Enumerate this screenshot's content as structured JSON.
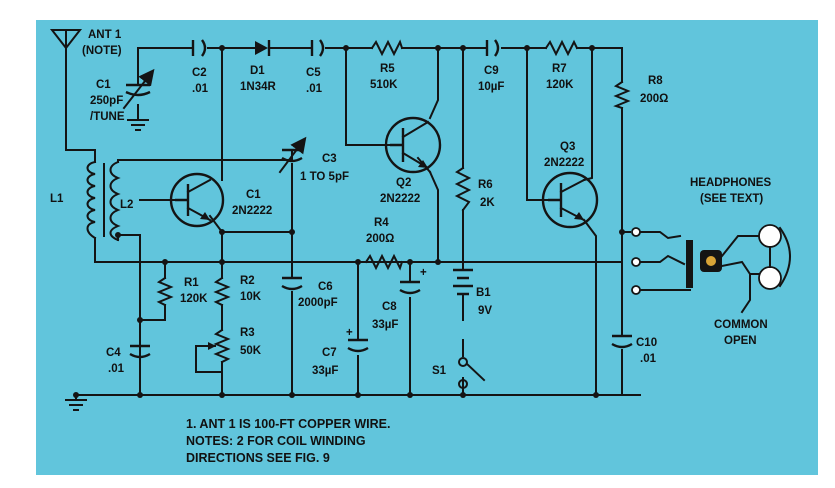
{
  "colors": {
    "panel": "#61c5dc",
    "ink": "#141414"
  },
  "labels": {
    "ant1": "ANT 1",
    "ant1_note": "(NOTE)",
    "c1": "C1",
    "c1_value": "250pF",
    "c1_tune": "/TUNE",
    "c2": "C2",
    "c2_value": ".01",
    "d1": "D1",
    "d1_part": "1N34R",
    "c5": "C5",
    "c5_value": ".01",
    "r5": "R5",
    "r5_value": "510K",
    "c9": "C9",
    "c9_value": "10µF",
    "r7": "R7",
    "r7_value": "120K",
    "r8": "R8",
    "r8_value": "200Ω",
    "c3": "C3",
    "c3_value": "1 TO 5pF",
    "q2": "Q2",
    "q2_part": "2N2222",
    "q3": "Q3",
    "q3_part": "2N2222",
    "l1": "L1",
    "l2": "L2",
    "q1": "C1",
    "q1_part": "2N2222",
    "r4": "R4",
    "r4_value": "200Ω",
    "r6": "R6",
    "r6_value": "2K",
    "headphones": "HEADPHONES",
    "headphones_note": "(SEE TEXT)",
    "r1": "R1",
    "r1_value": "120K",
    "r2": "R2",
    "r2_value": "10K",
    "c6": "C6",
    "c6_value": "2000pF",
    "c8": "C8",
    "c8_value": "33µF",
    "c8_polarity": "+",
    "b1": "B1",
    "b1_value": "9V",
    "r3": "R3",
    "r3_value": "50K",
    "c4": "C4",
    "c4_value": ".01",
    "c7": "C7",
    "c7_value": "33µF",
    "c7_polarity": "+",
    "s1": "S1",
    "c10": "C10",
    "c10_value": ".01",
    "common": "COMMON",
    "open": "OPEN"
  },
  "notes": [
    "1. ANT 1 IS 100-FT COPPER WIRE.",
    "NOTES: 2 FOR COIL WINDING",
    "DIRECTIONS SEE FIG. 9"
  ]
}
